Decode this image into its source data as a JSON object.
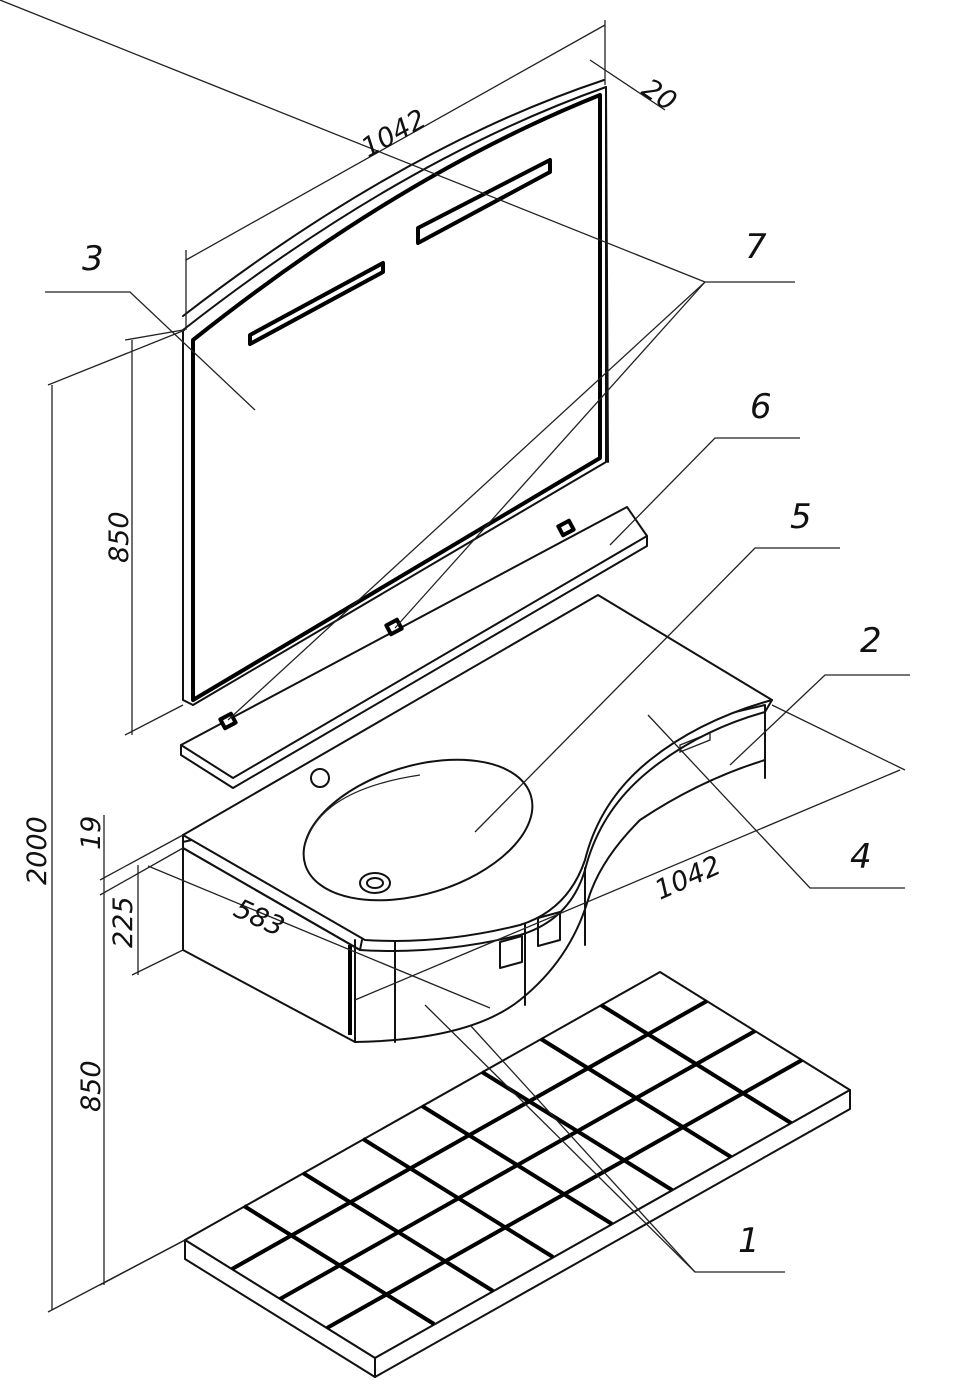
{
  "callouts": {
    "c1": "1",
    "c2": "2",
    "c3": "3",
    "c4": "4",
    "c5": "5",
    "c6": "6",
    "c7": "7"
  },
  "dimensions": {
    "mirror_width": "1042",
    "mirror_depth": "20",
    "mirror_height": "850",
    "total_height": "2000",
    "top_thickness": "19",
    "cabinet_height": "225",
    "floor_height": "850",
    "cabinet_depth": "583",
    "cabinet_width": "1042"
  }
}
